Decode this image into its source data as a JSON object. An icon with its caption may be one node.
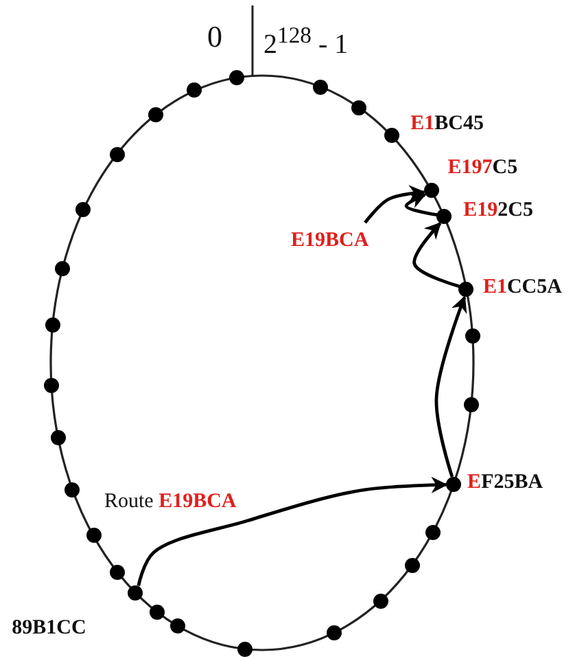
{
  "diagram": {
    "nodes": [
      {
        "text": [],
        "shape": "circle"
      },
      {
        "text": [],
        "shape": "circle"
      },
      {
        "text": [],
        "shape": "circle"
      },
      {
        "text": [],
        "shape": "circle",
        "beside": [
          "E1BC45"
        ]
      },
      {
        "text": [],
        "shape": "circle",
        "beside": [
          "E197C5"
        ]
      },
      {
        "text": [],
        "shape": "circle",
        "beside": [
          "E192C5"
        ]
      },
      {
        "text": [],
        "shape": "circle",
        "beside": [
          "E1CC5A"
        ]
      },
      {
        "text": [],
        "shape": "circle"
      },
      {
        "text": [],
        "shape": "circle"
      },
      {
        "text": [],
        "shape": "circle",
        "beside": [
          "EF25BA"
        ]
      },
      {
        "text": [],
        "shape": "circle"
      },
      {
        "text": [],
        "shape": "circle"
      },
      {
        "text": [],
        "shape": "circle"
      },
      {
        "text": [],
        "shape": "circle"
      },
      {
        "text": [],
        "shape": "circle"
      },
      {
        "text": [],
        "shape": "circle"
      },
      {
        "text": [],
        "shape": "circle"
      },
      {
        "text": [],
        "shape": "circle",
        "beside": [
          "89B1CC"
        ]
      },
      {
        "text": [],
        "shape": "circle"
      },
      {
        "text": [],
        "shape": "circle"
      },
      {
        "text": [],
        "shape": "circle"
      },
      {
        "text": [],
        "shape": "circle"
      },
      {
        "text": [],
        "shape": "circle"
      },
      {
        "text": [],
        "shape": "circle"
      },
      {
        "text": [],
        "shape": "circle"
      },
      {
        "text": [],
        "shape": "circle"
      },
      {
        "text": [],
        "shape": "circle"
      },
      {
        "text": [],
        "shape": "circle"
      },
      {
        "text": [],
        "shape": "circle"
      },
      {
        "text": [
          "E19BCA"
        ]
      }
    ],
    "edges": [
      {
        "from": 17,
        "to": 9,
        "arrow": "to"
      },
      {
        "from": 9,
        "to": 6,
        "arrow": "to"
      },
      {
        "from": 6,
        "to": 5,
        "arrow": "to"
      },
      {
        "from": 5,
        "to": 4,
        "arrow": "to"
      },
      {
        "from": 29,
        "to": 4,
        "arrow": "to"
      }
    ],
    "labels": [
      "0",
      "2$^{128}$ - 1",
      "Route E19BCA"
    ]
  }
}
